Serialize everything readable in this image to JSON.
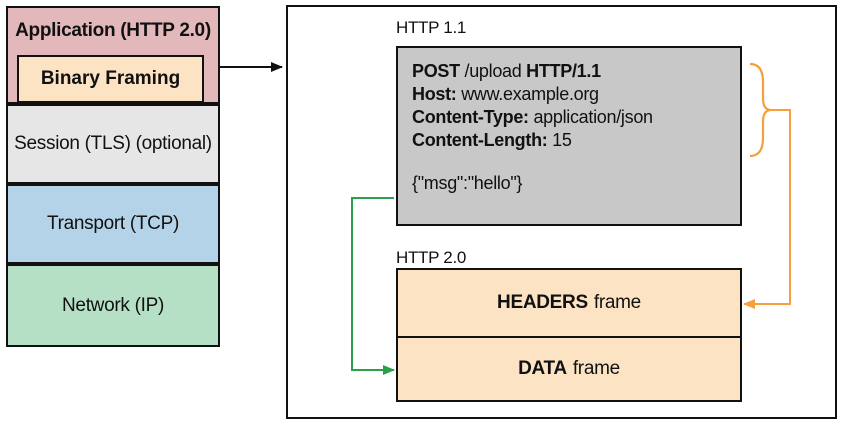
{
  "stack": {
    "application": "Application (HTTP 2.0)",
    "binary_framing": "Binary Framing",
    "session": "Session (TLS) (optional)",
    "transport": "Transport (TCP)",
    "network": "Network (IP)"
  },
  "http11": {
    "label": "HTTP 1.1",
    "request_method": "POST",
    "request_path": " /upload ",
    "request_version": "HTTP/1.1",
    "host_key": "Host:",
    "host_value": " www.example.org",
    "content_type_key": "Content-Type:",
    "content_type_value": " application/json",
    "content_length_key": "Content-Length:",
    "content_length_value": " 15",
    "body": "{\"msg\":\"hello\"}"
  },
  "http2": {
    "label": "HTTP 2.0",
    "headers_frame_bold": "HEADERS",
    "headers_frame_rest": "frame",
    "data_frame_bold": "DATA",
    "data_frame_rest": "frame"
  },
  "colors": {
    "application": "#e3b8bb",
    "binary_framing": "#fce3c4",
    "session": "#e6e6e6",
    "transport": "#b4d3e9",
    "network": "#b5e0c5",
    "http11_box": "#c8c8c8",
    "headers_connector": "#f5a03c",
    "data_connector": "#27a24a"
  }
}
